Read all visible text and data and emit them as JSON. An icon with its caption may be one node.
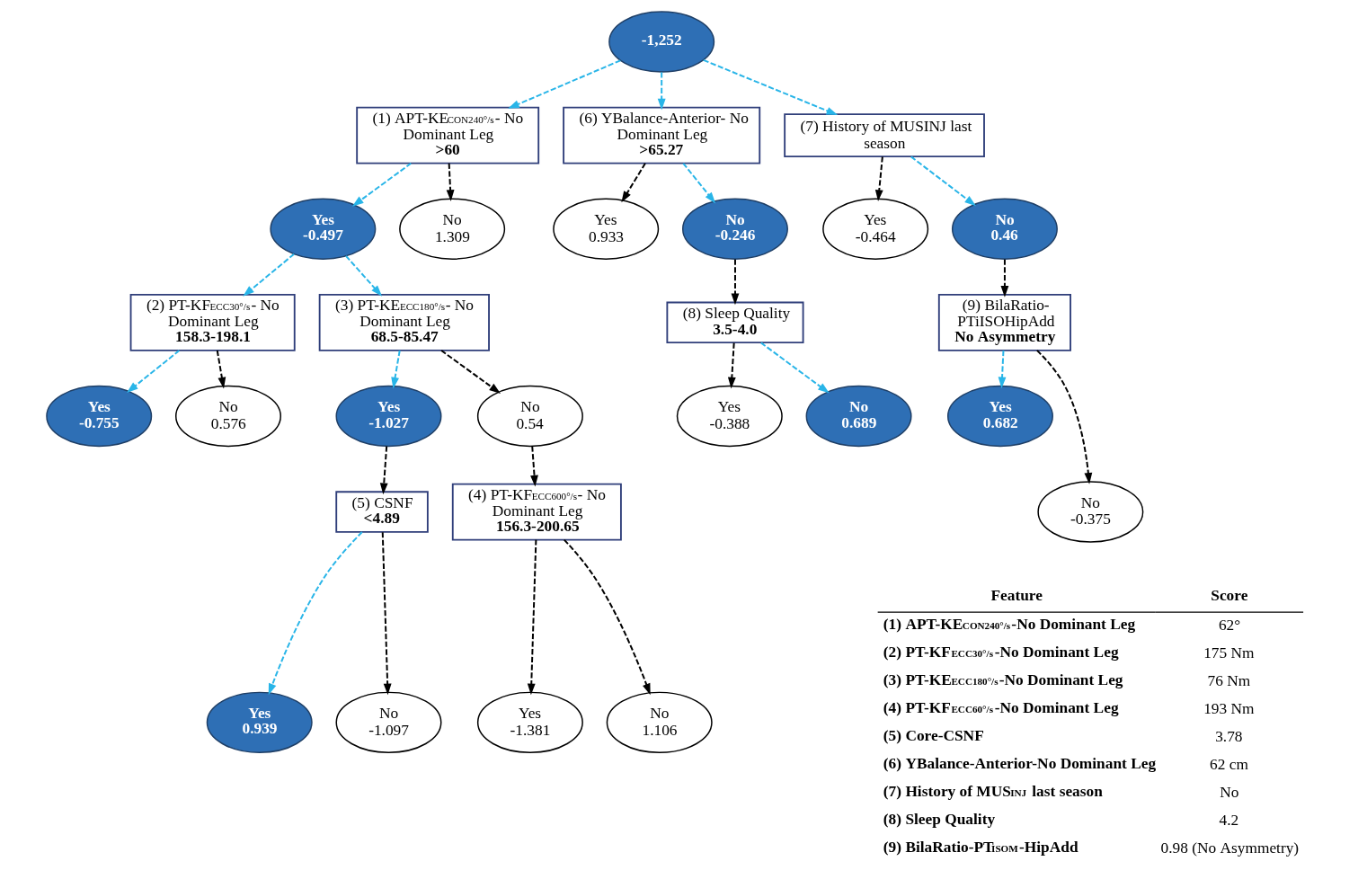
{
  "diagram": {
    "nodes": [
      {
        "text": [
          "-1,252"
        ]
      },
      {
        "text": [
          "(1) APT-KE$_{CON240°/s}$- No Dominant Leg",
          ">60"
        ]
      },
      {
        "text": [
          "(6) YBalance-Anterior- No Dominant Leg",
          ">65.27"
        ]
      },
      {
        "text": [
          "(7) History of MUSINJ last season"
        ]
      },
      {
        "text": [
          "Yes",
          "-0.497"
        ]
      },
      {
        "text": [
          "No",
          "1.309"
        ]
      },
      {
        "text": [
          "Yes",
          "0.933"
        ]
      },
      {
        "text": [
          "No",
          "-0.246"
        ]
      },
      {
        "text": [
          "Yes",
          "-0.464"
        ]
      },
      {
        "text": [
          "No",
          "0.46"
        ]
      },
      {
        "text": [
          "(2) PT-KF$_{ECC30°/s}$- No Dominant Leg",
          "158.3-198.1"
        ]
      },
      {
        "text": [
          "(3) PT-KE$_{ECC180°/s}$- No Dominant Leg",
          "68.5-85.47"
        ]
      },
      {
        "text": [
          "(8) Sleep Quality",
          "3.5-4.0"
        ]
      },
      {
        "text": [
          "(9) BilaRatio- PTiISOHipAdd",
          "No Asymmetry"
        ]
      },
      {
        "text": [
          "Yes",
          "-0.755"
        ]
      },
      {
        "text": [
          "No",
          "0.576"
        ]
      },
      {
        "text": [
          "Yes",
          "-1.027"
        ]
      },
      {
        "text": [
          "No",
          "0.54"
        ]
      },
      {
        "text": [
          "Yes",
          "-0.388"
        ]
      },
      {
        "text": [
          "No",
          "0.689"
        ]
      },
      {
        "text": [
          "Yes",
          "0.682"
        ]
      },
      {
        "text": [
          "No",
          "-0.375"
        ]
      },
      {
        "text": [
          "(5) CSNF",
          "<4.89"
        ]
      },
      {
        "text": [
          "(4) PT-KF$_{ECC600°/s}$- No Dominant Leg",
          "156.3-200.65"
        ]
      },
      {
        "text": [
          "Yes",
          "0.939"
        ]
      },
      {
        "text": [
          "No",
          "-1.097"
        ]
      },
      {
        "text": [
          "Yes",
          "-1.381"
        ]
      },
      {
        "text": [
          "No",
          "1.106"
        ]
      }
    ],
    "edges": [
      {
        "from": 0,
        "to": 1,
        "arrow": "to",
        "style": "dashed",
        "color": "#29b5e8"
      },
      {
        "from": 0,
        "to": 2,
        "arrow": "to",
        "style": "dashed",
        "color": "#29b5e8"
      },
      {
        "from": 0,
        "to": 3,
        "arrow": "to",
        "style": "dashed",
        "color": "#29b5e8"
      },
      {
        "from": 1,
        "to": 4,
        "arrow": "to",
        "style": "dashed",
        "color": "#29b5e8"
      },
      {
        "from": 1,
        "to": 5,
        "arrow": "to",
        "style": "dashed"
      },
      {
        "from": 2,
        "to": 6,
        "arrow": "to",
        "style": "dashed"
      },
      {
        "from": 2,
        "to": 7,
        "arrow": "to",
        "style": "dashed",
        "color": "#29b5e8"
      },
      {
        "from": 3,
        "to": 8,
        "arrow": "to",
        "style": "dashed"
      },
      {
        "from": 3,
        "to": 9,
        "arrow": "to",
        "style": "dashed",
        "color": "#29b5e8"
      },
      {
        "from": 4,
        "to": 10,
        "arrow": "to",
        "style": "dashed",
        "color": "#29b5e8"
      },
      {
        "from": 4,
        "to": 11,
        "arrow": "to",
        "style": "dashed",
        "color": "#29b5e8"
      },
      {
        "from": 7,
        "to": 12,
        "arrow": "to",
        "style": "dashed"
      },
      {
        "from": 9,
        "to": 13,
        "arrow": "to",
        "style": "dashed"
      },
      {
        "from": 10,
        "to": 14,
        "arrow": "to",
        "style": "dashed",
        "color": "#29b5e8"
      },
      {
        "from": 10,
        "to": 15,
        "arrow": "to",
        "style": "dashed"
      },
      {
        "from": 11,
        "to": 16,
        "arrow": "to",
        "style": "dashed",
        "color": "#29b5e8"
      },
      {
        "from": 11,
        "to": 17,
        "arrow": "to",
        "style": "dashed"
      },
      {
        "from": 12,
        "to": 18,
        "arrow": "to",
        "style": "dashed"
      },
      {
        "from": 12,
        "to": 19,
        "arrow": "to",
        "style": "dashed",
        "color": "#29b5e8"
      },
      {
        "from": 13,
        "to": 20,
        "arrow": "to",
        "style": "dashed",
        "color": "#29b5e8"
      },
      {
        "from": 13,
        "to": 21,
        "arrow": "to",
        "style": "dashed"
      },
      {
        "from": 16,
        "to": 22,
        "arrow": "to",
        "style": "dashed"
      },
      {
        "from": 17,
        "to": 23,
        "arrow": "to",
        "style": "dashed"
      },
      {
        "from": 22,
        "to": 24,
        "arrow": "to",
        "style": "dashed",
        "color": "#29b5e8"
      },
      {
        "from": 22,
        "to": 25,
        "arrow": "to",
        "style": "dashed"
      },
      {
        "from": 23,
        "to": 26,
        "arrow": "to",
        "style": "dashed"
      },
      {
        "from": 23,
        "to": 27,
        "arrow": "to",
        "style": "dashed"
      }
    ],
    "labels": [
      "Feature",
      "Score",
      "(1) APT-KE$_{CON240°/s}$-No Dominant Leg",
      "62°",
      "(2) PT-KF$_{ECC30°/s}$-No Dominant Leg",
      "175 Nm",
      "(3) PT-KE$_{ECC180°/s}$-No Dominant Leg",
      "76 Nm",
      "(4) PT-KF$_{ECC60°/s}$-No Dominant Leg",
      "193 Nm",
      "(5) Core-CSNF",
      "3.78",
      "(6) YBalance-Anterior-No Dominant Leg",
      "62 cm",
      "(7) History of MUS$_{INJ}$ last season",
      "No",
      "(8) Sleep Quality",
      "4.2",
      "(9) BilaRatio-PT$_{ISOM}$-HipAdd",
      "0.98 (No Asymmetry)"
    ]
  }
}
